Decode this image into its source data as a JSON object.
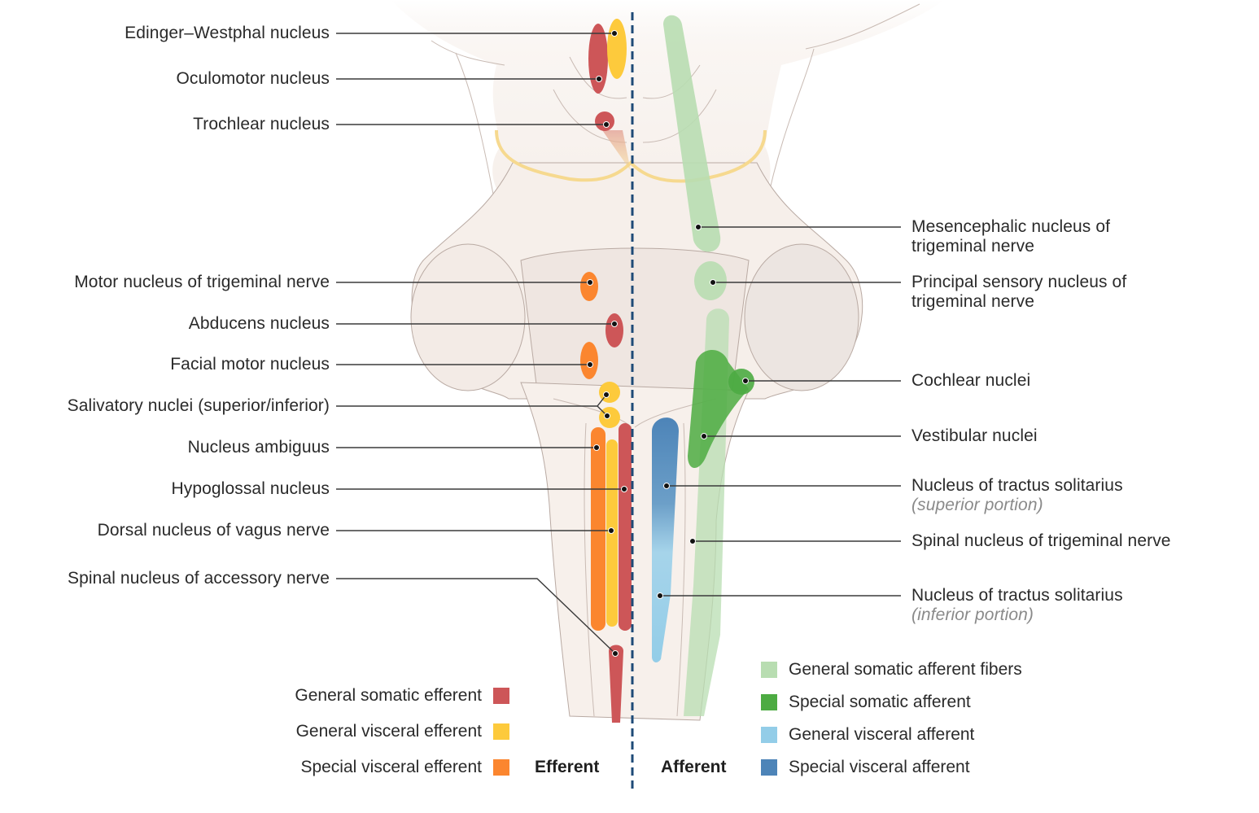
{
  "diagram": {
    "title": "Cranial nerve nuclei of the brainstem",
    "colors": {
      "gse": "#cd5658",
      "gve": "#fdca3c",
      "sve": "#fb862f",
      "gsa_fibers": "#b8ddb1",
      "ssa": "#4dab42",
      "gva": "#93cde8",
      "sva": "#4d84b8",
      "midline": "#1e4a77",
      "tissue": "#f6efea",
      "tissue_outline": "#b9aaa3"
    },
    "left_labels": [
      {
        "text": "Edinger–Westphal nucleus",
        "category": "gve"
      },
      {
        "text": "Oculomotor nucleus",
        "category": "gse"
      },
      {
        "text": "Trochlear nucleus",
        "category": "gse"
      },
      {
        "text": "Motor nucleus of trigeminal nerve",
        "category": "sve"
      },
      {
        "text": "Abducens nucleus",
        "category": "gse"
      },
      {
        "text": "Facial motor nucleus",
        "category": "sve"
      },
      {
        "text": "Salivatory nuclei (superior/inferior)",
        "category": "gve"
      },
      {
        "text": "Nucleus ambiguus",
        "category": "sve"
      },
      {
        "text": "Hypoglossal nucleus",
        "category": "gse"
      },
      {
        "text": "Dorsal nucleus of vagus nerve",
        "category": "gve"
      },
      {
        "text": "Spinal nucleus of accessory nerve",
        "category": "gse"
      }
    ],
    "right_labels": [
      {
        "text": "Mesencephalic nucleus of",
        "line2": "trigeminal nerve",
        "category": "gsa_fibers"
      },
      {
        "text": "Principal sensory nucleus of",
        "line2": "trigeminal nerve",
        "category": "gsa_fibers"
      },
      {
        "text": "Cochlear nuclei",
        "category": "ssa"
      },
      {
        "text": "Vestibular nuclei",
        "category": "ssa"
      },
      {
        "text": "Nucleus of tractus solitarius",
        "sub": "(superior portion)",
        "category": "sva"
      },
      {
        "text": "Spinal nucleus of trigeminal nerve",
        "category": "gsa_fibers"
      },
      {
        "text": "Nucleus of tractus solitarius",
        "sub": "(inferior portion)",
        "category": "gva"
      }
    ],
    "legend": {
      "efferent_heading": "Efferent",
      "afferent_heading": "Afferent",
      "efferent": [
        {
          "label": "General somatic efferent",
          "color": "#cd5658"
        },
        {
          "label": "General visceral efferent",
          "color": "#fdca3c"
        },
        {
          "label": "Special visceral efferent",
          "color": "#fb862f"
        }
      ],
      "afferent": [
        {
          "label": "General somatic afferent fibers",
          "color": "#b8ddb1"
        },
        {
          "label": "Special somatic afferent",
          "color": "#4dab42"
        },
        {
          "label": "General visceral afferent",
          "color": "#93cde8"
        },
        {
          "label": "Special visceral afferent",
          "color": "#4d84b8"
        }
      ]
    }
  }
}
